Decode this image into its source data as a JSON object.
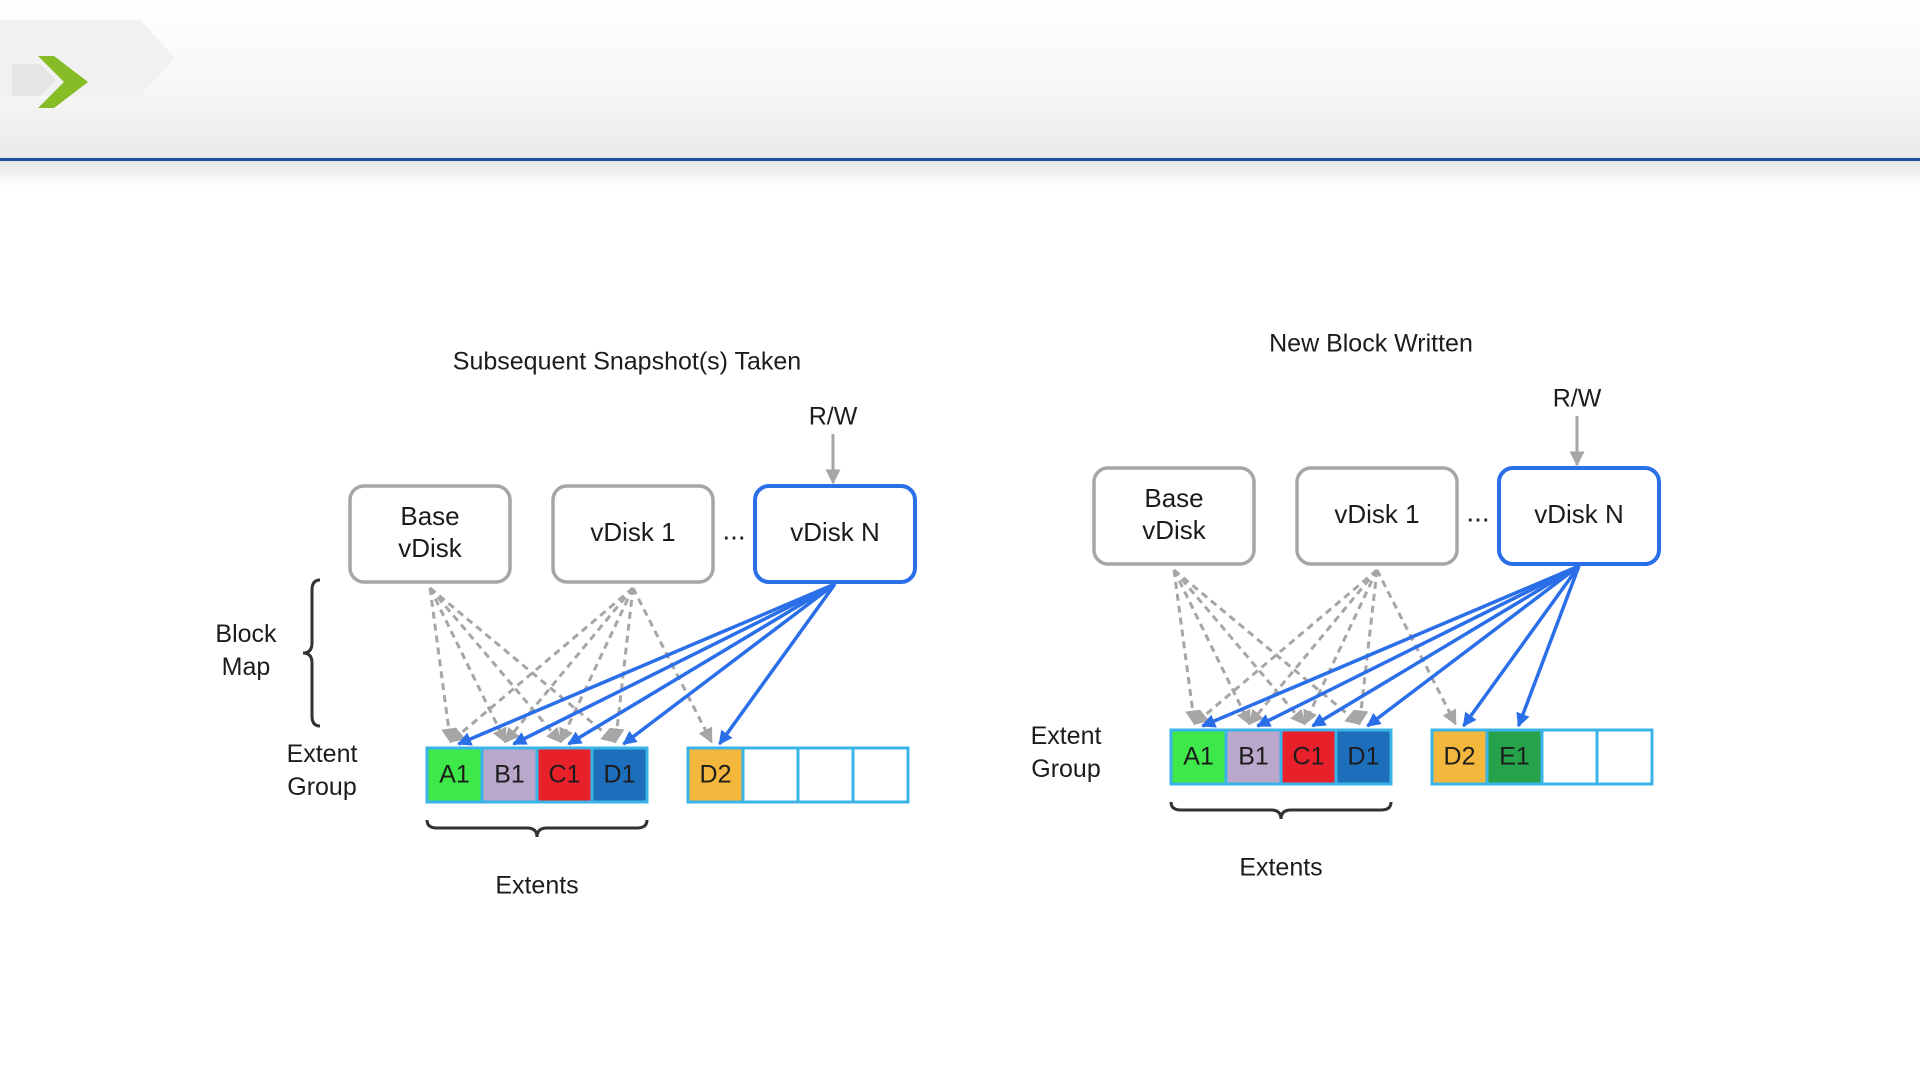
{
  "panels": [
    {
      "title": "Subsequent Snapshot(s) Taken",
      "rw_label": "R/W",
      "vdisks": [
        "Base\nvDisk",
        "vDisk 1",
        "vDisk N"
      ],
      "ellipsis": "...",
      "block_map_label": "Block\nMap",
      "extent_group_label": "Extent\nGroup",
      "extents_label": "Extents",
      "group1": [
        {
          "label": "A1",
          "color": "#3ee84a"
        },
        {
          "label": "B1",
          "color": "#b9a8cc"
        },
        {
          "label": "C1",
          "color": "#e8202a"
        },
        {
          "label": "D1",
          "color": "#1d6fbb"
        }
      ],
      "group2": [
        {
          "label": "D2",
          "color": "#f4b73d"
        },
        {
          "label": "",
          "color": "#ffffff"
        },
        {
          "label": "",
          "color": "#ffffff"
        },
        {
          "label": "",
          "color": "#ffffff"
        }
      ]
    },
    {
      "title": "New Block Written",
      "rw_label": "R/W",
      "vdisks": [
        "Base\nvDisk",
        "vDisk 1",
        "vDisk N"
      ],
      "ellipsis": "...",
      "extent_group_label": "Extent\nGroup",
      "extents_label": "Extents",
      "group1": [
        {
          "label": "A1",
          "color": "#3ee84a"
        },
        {
          "label": "B1",
          "color": "#b9a8cc"
        },
        {
          "label": "C1",
          "color": "#e8202a"
        },
        {
          "label": "D1",
          "color": "#1d6fbb"
        }
      ],
      "group2": [
        {
          "label": "D2",
          "color": "#f4b73d"
        },
        {
          "label": "E1",
          "color": "#25a24a"
        },
        {
          "label": "",
          "color": "#ffffff"
        },
        {
          "label": "",
          "color": "#ffffff"
        }
      ]
    }
  ],
  "colors": {
    "accent_green": "#86bc25",
    "header_line": "#1f4f9a",
    "active_blue": "#2a6fe8",
    "inactive_gray": "#a6a6a6",
    "extent_border": "#3ab4e8"
  }
}
